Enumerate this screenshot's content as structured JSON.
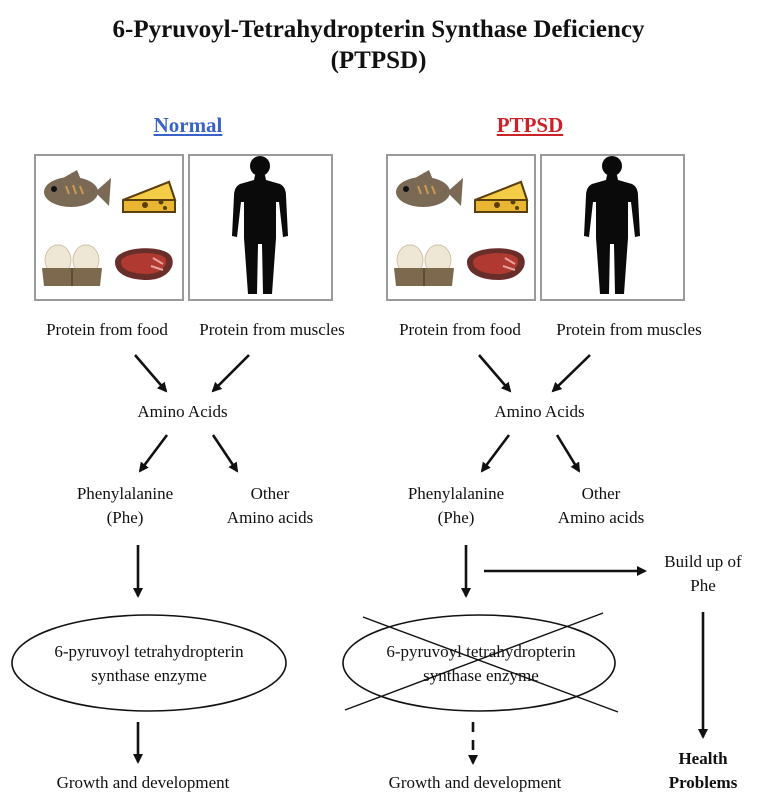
{
  "title": {
    "line1": "6-Pyruvoyl-Tetrahydropterin Synthase Deficiency",
    "line2": "(PTPSD)"
  },
  "colors": {
    "normal": "#3b62c9",
    "ptpsd": "#cc2127",
    "frame": "#9a9a9a",
    "ink": "#111111"
  },
  "normal": {
    "heading": "Normal",
    "protein_food": "Protein from food",
    "protein_muscles": "Protein from muscles",
    "amino_acids": "Amino Acids",
    "phe_line1": "Phenylalanine",
    "phe_line2": "(Phe)",
    "other_line1": "Other",
    "other_line2": "Amino acids",
    "enzyme_line1": "6-pyruvoyl tetrahydropterin",
    "enzyme_line2": "synthase enzyme",
    "outcome": "Growth and development"
  },
  "ptpsd": {
    "heading": "PTPSD",
    "protein_food": "Protein from food",
    "protein_muscles": "Protein from muscles",
    "amino_acids": "Amino Acids",
    "phe_line1": "Phenylalanine",
    "phe_line2": "(Phe)",
    "other_line1": "Other",
    "other_line2": "Amino acids",
    "enzyme_line1": "6-pyruvoyl tetrahydropterin",
    "enzyme_line2": "synthase enzyme",
    "outcome": "Growth and development",
    "buildup_line1": "Build up of",
    "buildup_line2": "Phe",
    "health_line1": "Health",
    "health_line2": "Problems"
  },
  "icons": {
    "food": [
      "fish-icon",
      "cheese-icon",
      "eggs-icon",
      "steak-icon"
    ],
    "body": "human-silhouette-icon"
  }
}
